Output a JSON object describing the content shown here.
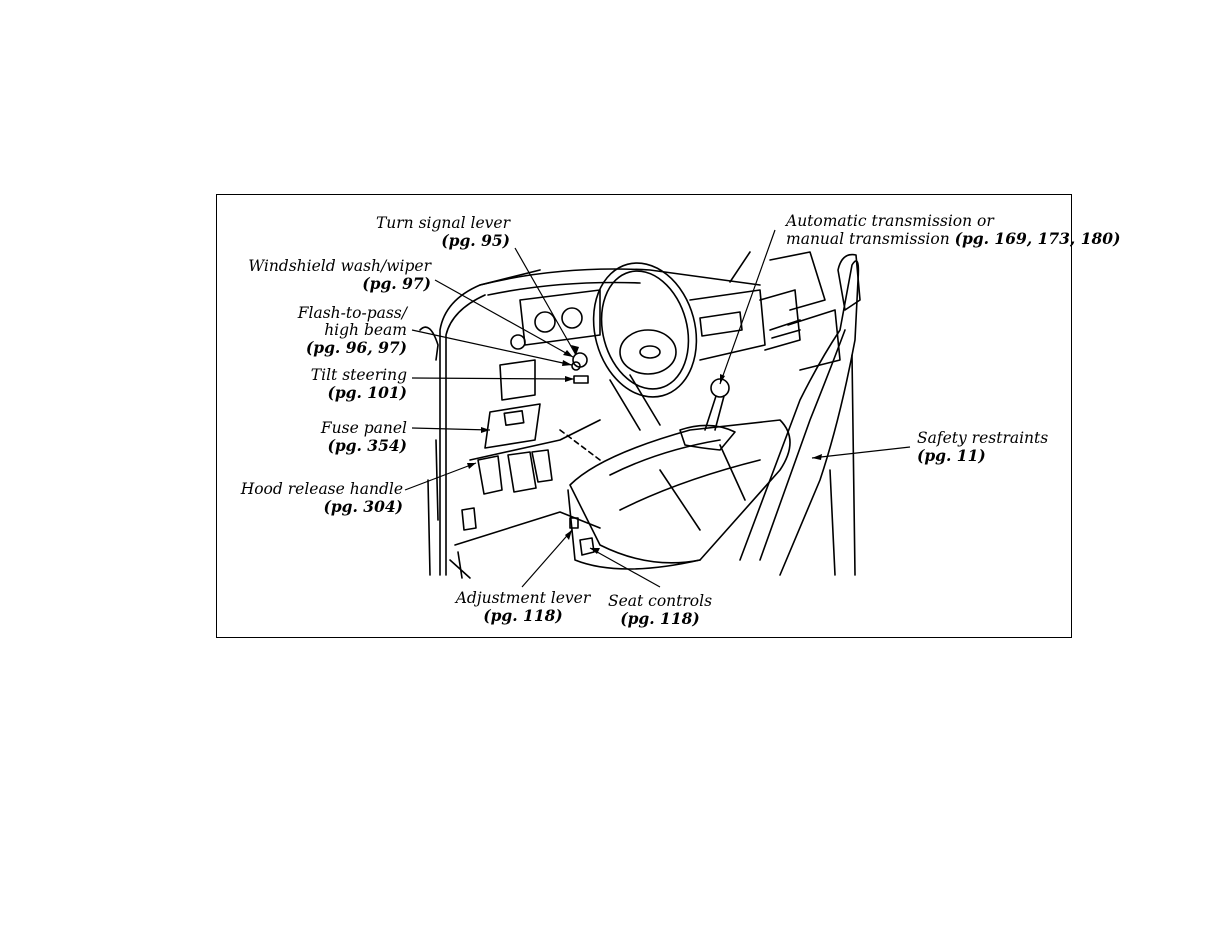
{
  "labels": {
    "turn_signal": {
      "line1": "Turn signal lever",
      "page": "(pg. 95)"
    },
    "windshield": {
      "line1": "Windshield wash/wiper",
      "page": "(pg. 97)"
    },
    "flash_to_pass": {
      "line1": "Flash-to-pass/",
      "line2": "high beam",
      "page": "(pg. 96, 97)"
    },
    "tilt_steering": {
      "line1": "Tilt steering",
      "page": "(pg. 101)"
    },
    "fuse_panel": {
      "line1": "Fuse panel",
      "page": "(pg. 354)"
    },
    "hood_release": {
      "line1": "Hood release handle",
      "page": "(pg. 304)"
    },
    "adjustment_lever": {
      "line1": "Adjustment lever",
      "page": "(pg. 118)"
    },
    "seat_controls": {
      "line1": "Seat controls",
      "page": "(pg. 118)"
    },
    "safety_restraints": {
      "line1": "Safety restraints",
      "page": "(pg. 11)"
    },
    "transmission": {
      "line1": "Automatic transmission or",
      "line2": "manual transmission",
      "page": "(pg. 169, 173, 180)"
    }
  },
  "colors": {
    "ink": "#000000",
    "background": "#ffffff"
  }
}
